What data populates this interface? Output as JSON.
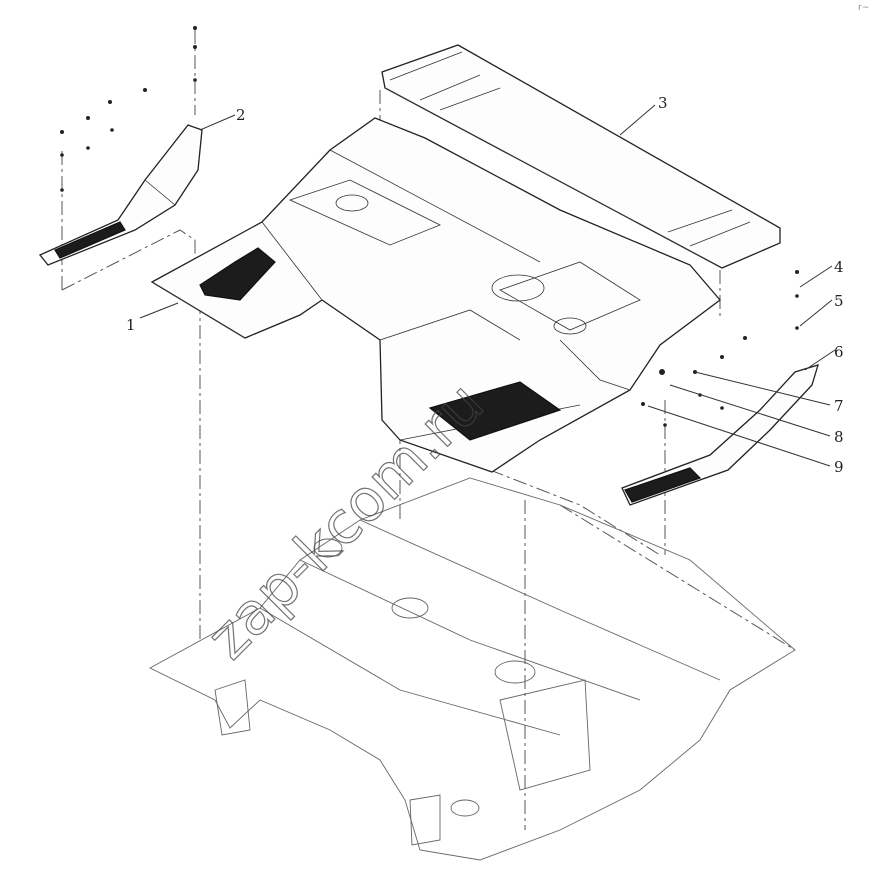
{
  "callouts": [
    {
      "label": "1"
    },
    {
      "label": "2"
    },
    {
      "label": "3"
    },
    {
      "label": "4"
    },
    {
      "label": "5"
    },
    {
      "label": "6"
    },
    {
      "label": "7"
    },
    {
      "label": "8"
    },
    {
      "label": "9"
    }
  ],
  "watermark": "zap-kcom.ru",
  "corner_mark": "r~"
}
